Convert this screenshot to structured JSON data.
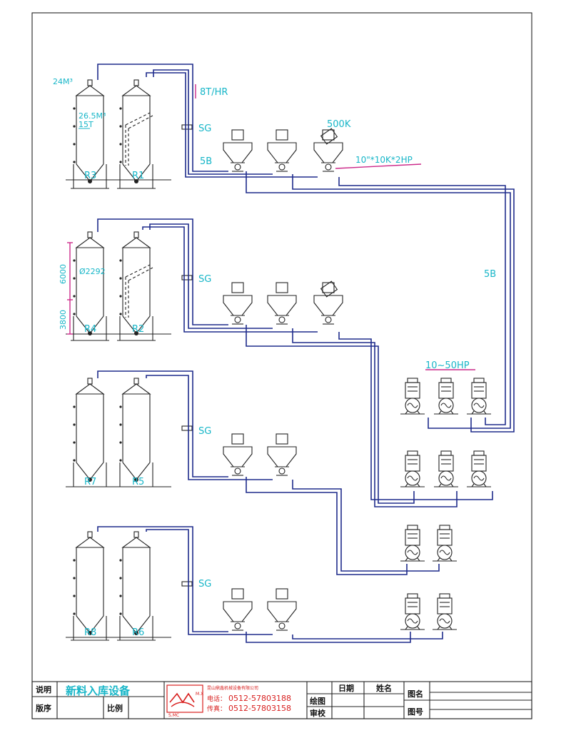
{
  "labels": {
    "r1": "R1",
    "r2": "R2",
    "r3": "R3",
    "r4": "R4",
    "r5": "R5",
    "r6": "R6",
    "r7": "R7",
    "r8": "R8",
    "vol_top": "24M³",
    "vol_mid": "26.5M³",
    "weight": "15T",
    "rate": "8T/HR",
    "sg": "SG",
    "pipe_5b": "5B",
    "scale": "500K",
    "spec_pump": "10\"*10K*2HP",
    "motor_range": "10~50HP",
    "dim_6000": "6000",
    "dim_3800": "3800",
    "diameter": "Ø2292"
  },
  "title_block": {
    "desc_label": "说明",
    "title": "新料入库设备",
    "version_label": "版序",
    "scale_label": "比例",
    "company_name": "昆山鼎鑫机械设备有限公司",
    "phone_label": "电话：",
    "phone": "0512-57803188",
    "fax_label": "传真：",
    "fax": "0512-57803158",
    "date_label": "日期",
    "name_label": "姓名",
    "draw_label": "绘图",
    "check_label": "审校",
    "drawing_name_label": "图名",
    "drawing_no_label": "图号",
    "logo_mx": "M.X",
    "logo_smc": "S.MC"
  }
}
